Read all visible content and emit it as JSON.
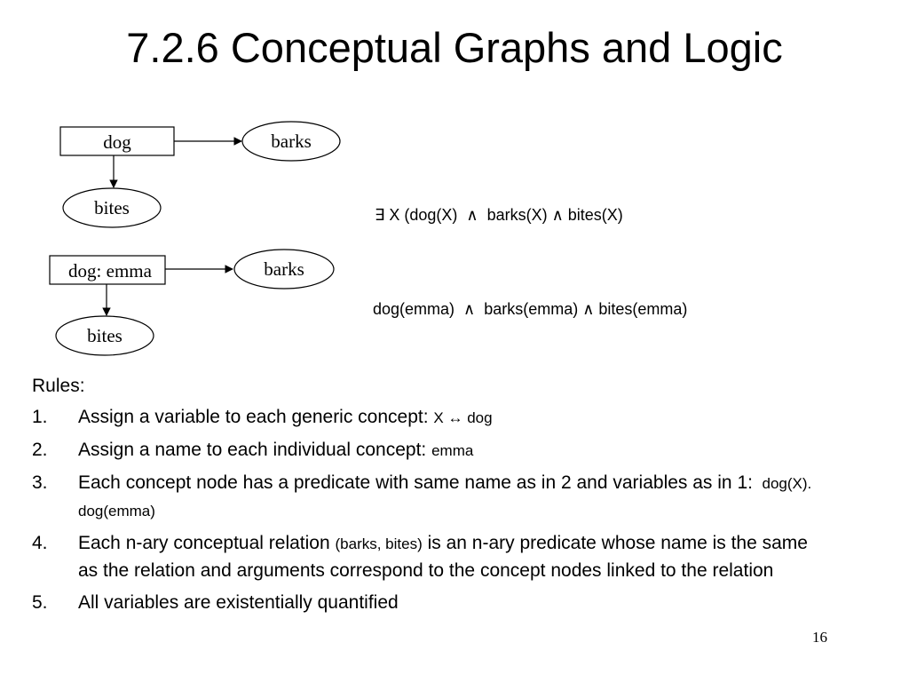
{
  "title": "7.2.6 Conceptual Graphs and Logic",
  "graph1": {
    "concept": "dog",
    "relation_a": "barks",
    "relation_b": "bites",
    "formula": "∃ X (dog(X)  ∧  barks(X) ∧ bites(X)"
  },
  "graph2": {
    "concept": "dog: emma",
    "relation_a": "barks",
    "relation_b": "bites",
    "formula": "dog(emma)  ∧  barks(emma) ∧ bites(emma)"
  },
  "rules": {
    "heading": "Rules:",
    "items": [
      {
        "number": "1.",
        "text": "Assign a variable to each generic concept: ",
        "example": "X ↔ dog"
      },
      {
        "number": "2.",
        "text": "Assign a name to each individual concept: ",
        "example": "emma"
      },
      {
        "number": "3.",
        "text": "Each concept node has a predicate with same name as in 2 and variables as in 1: ",
        "example": " dog(X). dog(emma)"
      },
      {
        "number": "4.",
        "text_before": "Each n-ary conceptual relation ",
        "example": "(barks, bites)",
        "text_after": " is an n-ary predicate whose name is the same as the relation and arguments correspond to the concept nodes linked to the relation"
      },
      {
        "number": "5.",
        "text": "All variables are existentially quantified"
      }
    ]
  },
  "page_number": "16"
}
